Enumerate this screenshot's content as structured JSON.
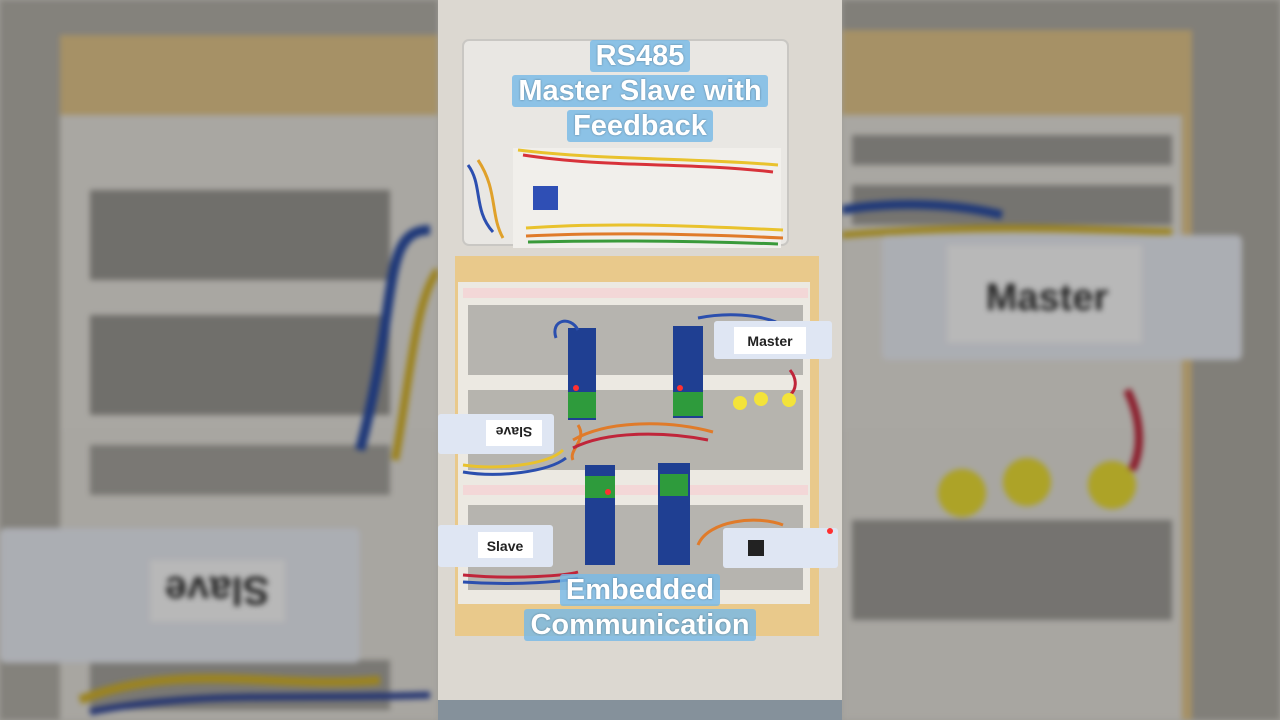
{
  "caption_top": {
    "line1": "RS485",
    "line2": "Master Slave with",
    "line3": "Feedback"
  },
  "caption_bottom": {
    "line1": "Embedded",
    "line2": "Communication"
  },
  "labels": {
    "master": "Master",
    "slave_top": "Slave",
    "slave_bottom": "Slave"
  },
  "zoom_labels": {
    "master": "Master",
    "slave": "Slave"
  },
  "colors": {
    "breadboard": "#ece9e2",
    "cardboard": "#e7c98a",
    "module_blue": "#1f3f92",
    "terminal_green": "#2e9b3c",
    "led_yellow": "#f3e33a",
    "caption_bg": "#78b9e6"
  }
}
